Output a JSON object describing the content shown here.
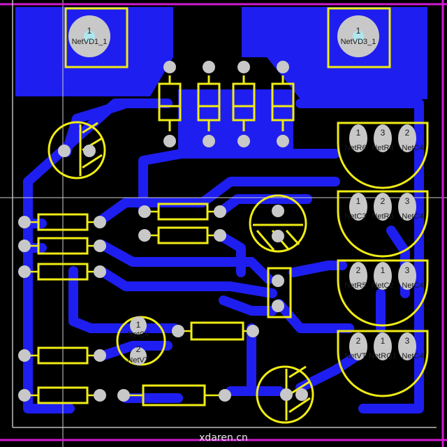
{
  "board": {
    "colors": {
      "background": "#000000",
      "copper": "#1e1ef0",
      "silkscreen": "#f0ec14",
      "pad": "#c8c8c8",
      "frame": "#d01ad0",
      "crosshair": "#cfcfcf"
    }
  },
  "components": {
    "vd1": {
      "pin": "1",
      "net": "NetVD1_1"
    },
    "vd3": {
      "pin": "1",
      "net": "NetVD3_1"
    },
    "reg1": {
      "pins": [
        "1",
        "3",
        "2"
      ],
      "nets": [
        "NetR6",
        "NetR8",
        "NetC4"
      ]
    },
    "reg2": {
      "pins": [
        "1",
        "2",
        "3"
      ],
      "nets": [
        "NetC3",
        "NetR8",
        "NetC4"
      ]
    },
    "reg3": {
      "pins": [
        "2",
        "1",
        "3"
      ],
      "nets": [
        "NetR5",
        "NetC2",
        "NetC4"
      ]
    },
    "reg4": {
      "pins": [
        "2",
        "1",
        "3"
      ],
      "nets": [
        "NetVT",
        "NetRG1",
        "NetC4"
      ]
    },
    "cap": {
      "pins": [
        "1",
        "2"
      ],
      "nets": [
        "NetC4",
        "NetVT"
      ]
    }
  },
  "watermark": "xdaren.cn"
}
